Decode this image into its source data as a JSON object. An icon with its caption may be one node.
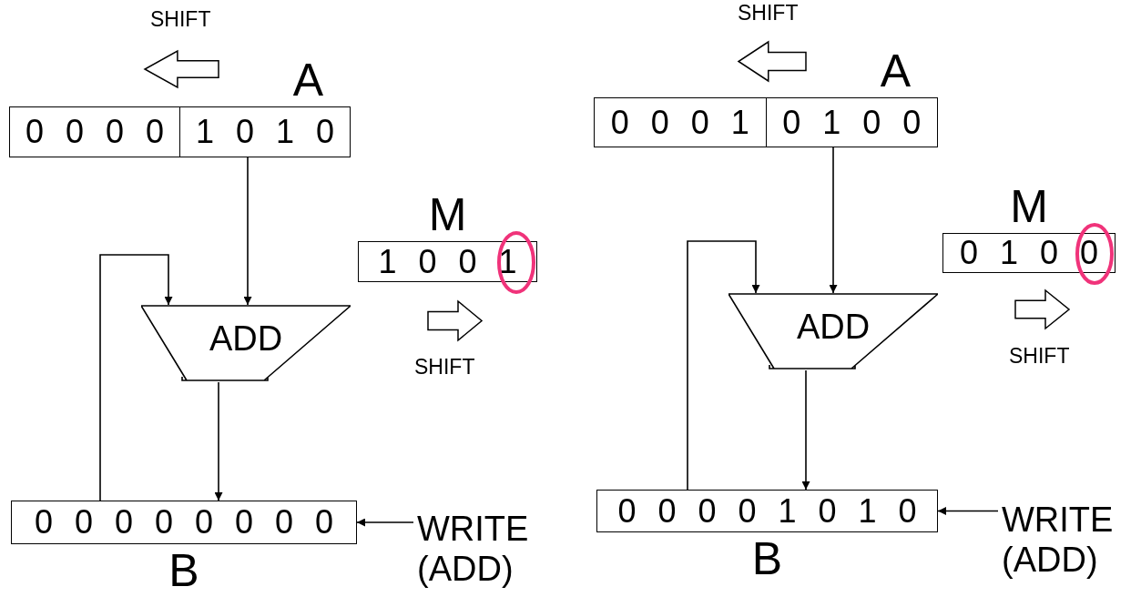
{
  "diagram": {
    "nodes": [
      {
        "text": [
          "A",
          "0 0 0 0",
          "1 0 1 0"
        ]
      },
      {
        "text": [
          "M",
          "1 0 0 1"
        ]
      },
      {
        "text": [
          "ADD"
        ]
      },
      {
        "text": [
          "0 0 0 0 0 0 0 0",
          "B"
        ]
      },
      {
        "text": [
          "WRITE (ADD)"
        ]
      },
      {
        "text": [
          "A",
          "0 0 0 1",
          "0 1 0 0"
        ]
      },
      {
        "text": [
          "M",
          "0 1 0 0"
        ]
      },
      {
        "text": [
          "ADD"
        ]
      },
      {
        "text": [
          "0 0 0 0 1 0 1 0",
          "B"
        ]
      },
      {
        "text": [
          "WRITE (ADD)"
        ]
      }
    ],
    "edges": [
      {
        "from": 0,
        "to": 2,
        "arrow": "to"
      },
      {
        "from": 3,
        "to": 2,
        "arrow": "to"
      },
      {
        "from": 2,
        "to": 3,
        "arrow": "to"
      },
      {
        "from": 4,
        "to": 3,
        "arrow": "to"
      },
      {
        "from": 5,
        "to": 7,
        "arrow": "to"
      },
      {
        "from": 8,
        "to": 7,
        "arrow": "to"
      },
      {
        "from": 7,
        "to": 8,
        "arrow": "to"
      },
      {
        "from": 9,
        "to": 8,
        "arrow": "to"
      }
    ],
    "labels": [
      "SHIFT",
      "SHIFT",
      "SHIFT",
      "SHIFT"
    ]
  }
}
